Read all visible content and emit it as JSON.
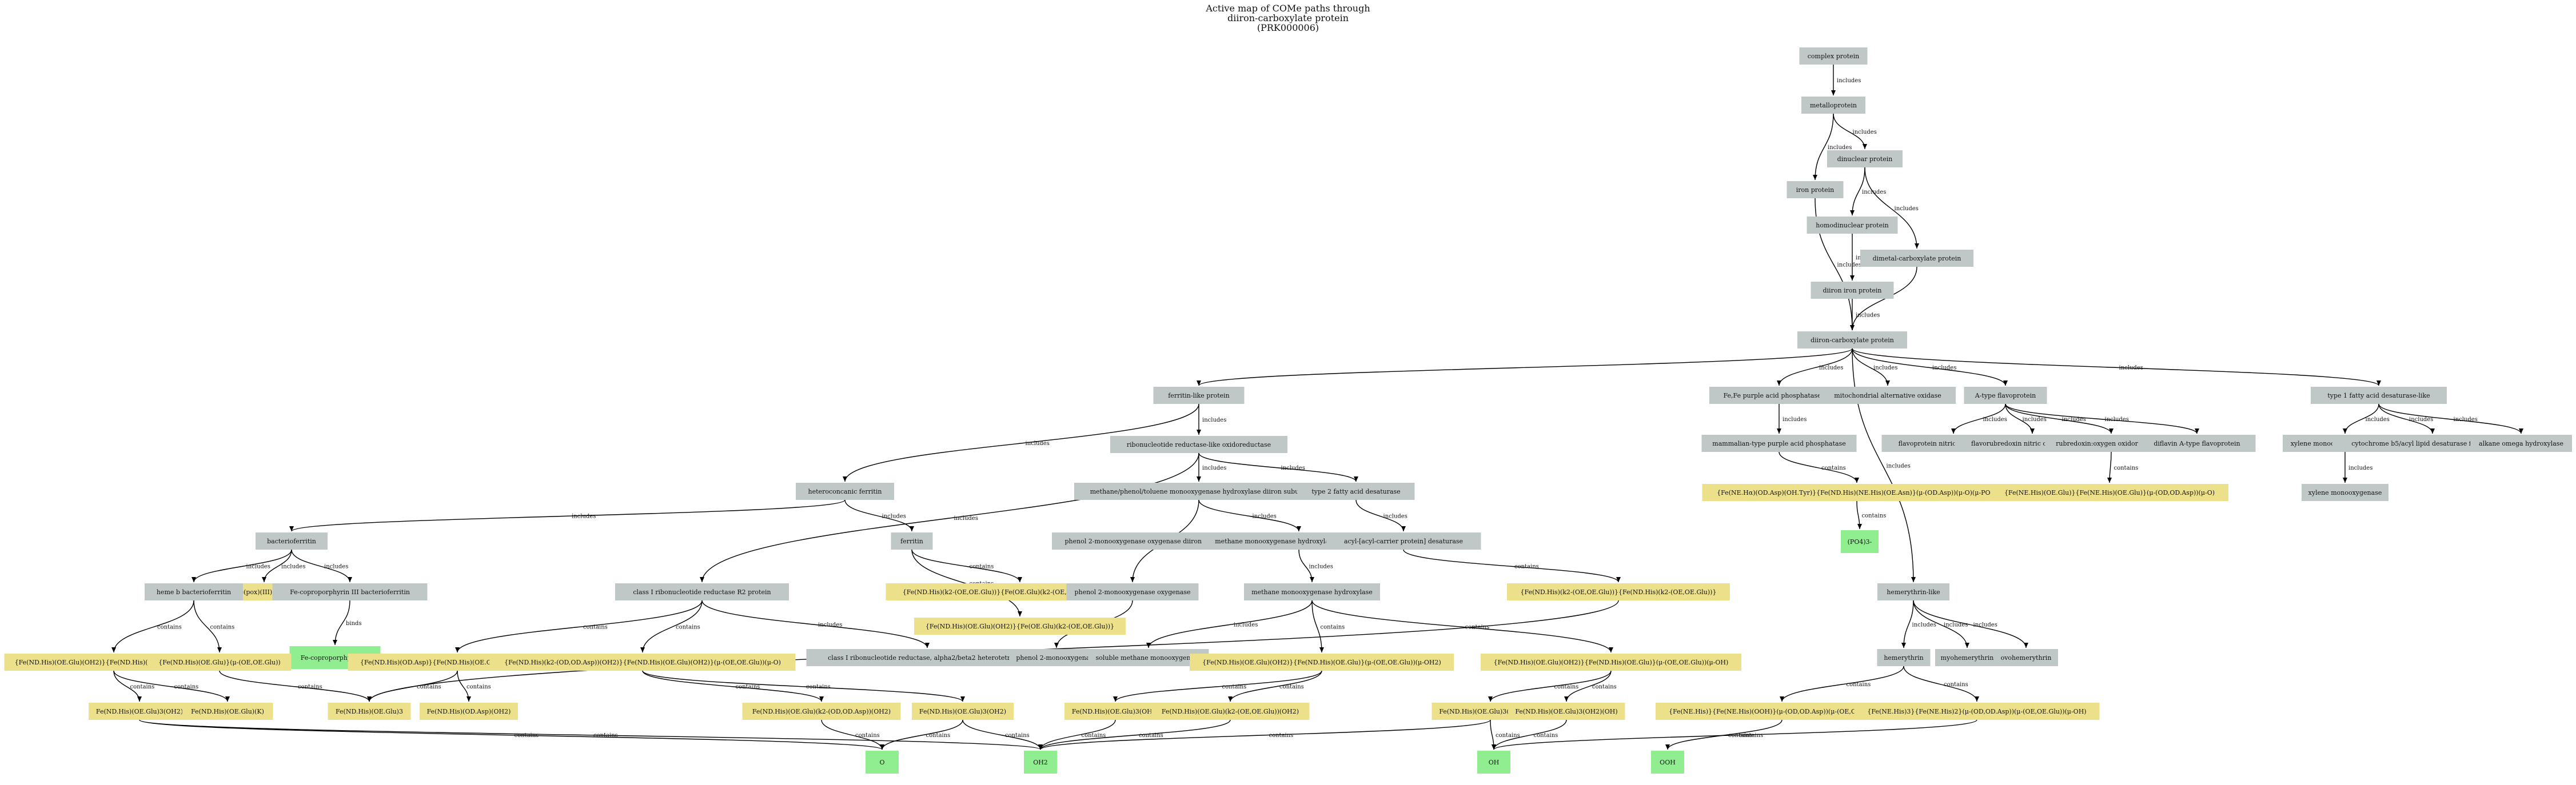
{
  "title": [
    "Active map of COMe paths through",
    "diiron-carboxylate protein",
    "(PRK000006)"
  ],
  "colors": {
    "protein": "#bfc8c6",
    "ligand": "#ede08a",
    "terminal": "#90ee90"
  },
  "nodes": [
    {
      "id": "complex_protein",
      "label": "complex protein",
      "kind": "protein"
    },
    {
      "id": "metalloprotein",
      "label": "metalloprotein",
      "kind": "protein"
    },
    {
      "id": "diiron_center",
      "label": "dinuclear protein",
      "kind": "protein"
    },
    {
      "id": "iron_protein",
      "label": "iron protein",
      "kind": "protein"
    },
    {
      "id": "homodinuclear",
      "label": "homodinuclear protein",
      "kind": "protein"
    },
    {
      "id": "dimetal_carboxylate",
      "label": "dimetal-carboxylate protein",
      "kind": "protein"
    },
    {
      "id": "diiron_iron",
      "label": "diiron iron protein",
      "kind": "protein"
    },
    {
      "id": "diiron_carboxylate",
      "label": "diiron-carboxylate protein",
      "kind": "protein"
    },
    {
      "id": "ferritin_like",
      "label": "ferritin-like protein",
      "kind": "protein"
    },
    {
      "id": "ribonucleotide_like",
      "label": "ribonucleotide reductase-like oxidoreductase",
      "kind": "protein"
    },
    {
      "id": "feFe_purple",
      "label": "Fe,Fe purple acid phosphatase-like",
      "kind": "protein"
    },
    {
      "id": "mito_alt_oxidase",
      "label": "mitochondrial alternative oxidase",
      "kind": "protein"
    },
    {
      "id": "a_type_flavo",
      "label": "A-type flavoprotein",
      "kind": "protein"
    },
    {
      "id": "type1_fa_desat",
      "label": "type 1 fatty acid desaturase-like",
      "kind": "protein"
    },
    {
      "id": "bacterioferritin_parent",
      "label": "heteroconcanic ferritin",
      "kind": "protein"
    },
    {
      "id": "ferritin",
      "label": "ferritin",
      "kind": "protein"
    },
    {
      "id": "methane_phenol_dh",
      "label": "methane/phenol/toluene monooxygenase hydroxylase diiron subunit",
      "kind": "protein"
    },
    {
      "id": "type2_fa_desat",
      "label": "type 2 fatty acid desaturase",
      "kind": "protein"
    },
    {
      "id": "mammalian_pap",
      "label": "mammalian-type purple acid phosphatase",
      "kind": "protein"
    },
    {
      "id": "fp_nitric1",
      "label": "flavoprotein nitric oxide reductase",
      "kind": "protein"
    },
    {
      "id": "fp_nitric2",
      "label": "flavorubredoxin nitric oxide reductase",
      "kind": "protein"
    },
    {
      "id": "rubredoxin_oxyg",
      "label": "rubredoxin:oxygen oxidoreductase",
      "kind": "protein"
    },
    {
      "id": "diflavin",
      "label": "diflavin A-type flavoprotein",
      "kind": "protein"
    },
    {
      "id": "xylene_mo",
      "label": "xylene monooxygenase oxygenase",
      "kind": "protein"
    },
    {
      "id": "cyt_b5",
      "label": "cytochrome b5/acyl lipid desaturase fusion protein",
      "kind": "protein"
    },
    {
      "id": "alkane_hydrox",
      "label": "alkane omega hydroxylase",
      "kind": "protein"
    },
    {
      "id": "bacterioferritin",
      "label": "bacterioferritin",
      "kind": "protein"
    },
    {
      "id": "phenol2_sub",
      "label": "phenol 2-monooxygenase oxygenase diiron subunit",
      "kind": "protein"
    },
    {
      "id": "methane_mo_sub",
      "label": "methane monooxygenase hydroxylase diiron subunit",
      "kind": "protein"
    },
    {
      "id": "acyl_acp",
      "label": "acyl-[acyl-carrier protein] desaturase",
      "kind": "protein"
    },
    {
      "id": "lig_pap",
      "label": "{Fe(NE.Hα)(OD.Asp)(OH.Tyr)}{Fe(ND.His)(NE.His)(OE.Asn)}(μ-(OD.Asp))(μ-O)(μ-PO4)",
      "kind": "ligand"
    },
    {
      "id": "lig_ftype",
      "label": "{Fe(NE.His)(OE.Glu)}{Fe(NE.His)(OE.Glu)}(μ-(OD,OD.Asp))(μ-O)",
      "kind": "ligand"
    },
    {
      "id": "xylene_mono",
      "label": "xylene monooxygenase",
      "kind": "protein"
    },
    {
      "id": "po4",
      "label": "(PO4)3-",
      "kind": "terminal"
    },
    {
      "id": "bacterioferritin_s",
      "label": "bacterioferritin",
      "kind": "protein"
    },
    {
      "id": "ferpox",
      "label": "Fe(pox)(III)(Hal2)",
      "kind": "ligand"
    },
    {
      "id": "fe_copro",
      "label": "Fe-coproporphyrin III bacterioferritin",
      "kind": "protein"
    },
    {
      "id": "lig_ferritin",
      "label": "{Fe(ND.His)(k2-(OE,OE.Glu))}{Fe(OE.Glu)(k2-(OE,OE.Glu))}(μ-(OE.Glu))",
      "kind": "ligand"
    },
    {
      "id": "phenol2_mo",
      "label": "phenol 2-monooxygenase oxygenase",
      "kind": "protein"
    },
    {
      "id": "methane_mo_hyd",
      "label": "methane monooxygenase hydroxylase",
      "kind": "protein"
    },
    {
      "id": "lig_acyl",
      "label": "{Fe(ND.His)(k2-(OE,OE.Glu))}{Fe(ND.His)(k2-(OE,OE.Glu))}",
      "kind": "ligand"
    },
    {
      "id": "hemerythrin_like",
      "label": "hemerythrin-like",
      "kind": "protein"
    },
    {
      "id": "heme_b_bfr",
      "label": "heme b bacterioferritin",
      "kind": "protein"
    },
    {
      "id": "lig_ferritin2",
      "label": "{Fe(ND.His)(OE.Glu)(OH2)}{Fe(OE.Glu)(k2-(OE,OE.Glu))}",
      "kind": "ligand"
    },
    {
      "id": "fe_copro_t",
      "label": "Fe-coproporphyrin III",
      "kind": "terminal"
    },
    {
      "id": "rnr_r2",
      "label": "class I ribonucleotide reductase R2 protein",
      "kind": "protein"
    },
    {
      "id": "rnr_alpha",
      "label": "class I ribonucleotide reductase, alpha2/beta2 heterotetramer",
      "kind": "protein"
    },
    {
      "id": "phenol_mo",
      "label": "phenol 2-monooxygenase",
      "kind": "protein"
    },
    {
      "id": "soluble_mmo",
      "label": "soluble methane monooxygenase",
      "kind": "protein"
    },
    {
      "id": "hemerythrin",
      "label": "hemerythrin",
      "kind": "protein"
    },
    {
      "id": "myohemerythrin",
      "label": "myohemerythrin",
      "kind": "protein"
    },
    {
      "id": "ovohemerythrin",
      "label": "ovohemerythrin",
      "kind": "protein"
    },
    {
      "id": "lig_bfr1",
      "label": "{Fe(ND.His)(OE.Glu)(OH2)}{Fe(ND.His)(OE.Glu)(OH2)}(μ-O)",
      "kind": "ligand"
    },
    {
      "id": "lig_bfr2",
      "label": "{Fe(ND.His)(OE.Glu)}(μ-(OE,OE.Glu))",
      "kind": "ligand"
    },
    {
      "id": "lig_r2a",
      "label": "{Fe(ND.His)(OD.Asp)}{Fe(ND.His)(OE.Glu)}(μ-(OE,OE.Glu))",
      "kind": "ligand"
    },
    {
      "id": "lig_r2b",
      "label": "{Fe(ND.His)(k2-(OD,OD.Asp))(OH2)}{Fe(ND.His)(OE.Glu)(OH2)}(μ-(OE,OE.Glu))(μ-O)",
      "kind": "ligand"
    },
    {
      "id": "lig_mmo1",
      "label": "{Fe(ND.His)(OE.Glu)(OH2)}{Fe(ND.His)(OE.Glu)}(μ-(OE,OE.Glu))(μ-OH2)",
      "kind": "ligand"
    },
    {
      "id": "lig_mmo2",
      "label": "{Fe(ND.His)(OE.Glu)(OH2)}{Fe(ND.His)(OE.Glu)}(μ-(OE,OE.Glu))(μ-OH)",
      "kind": "ligand"
    },
    {
      "id": "lig_hr1",
      "label": "{Fe(NE.His)}{Fe(NE.His)(OOH)}(μ-(OD,OD.Asp))(μ-(OE,OE.Glu))(μ-O)",
      "kind": "ligand"
    },
    {
      "id": "lig_hr2",
      "label": "{Fe(NE.His)3}{Fe(NE.His)2}(μ-(OD,OD.Asp))(μ-(OE,OE.Glu))(μ-OH)",
      "kind": "ligand"
    },
    {
      "id": "fe_a",
      "label": "Fe(ND.His)(OE.Glu)3(OH2)",
      "kind": "ligand"
    },
    {
      "id": "fe_b",
      "label": "Fe(ND.His)(OE.Glu)(K)",
      "kind": "ligand"
    },
    {
      "id": "fe_c",
      "label": "Fe(ND.His)(OE.Glu)3",
      "kind": "ligand"
    },
    {
      "id": "fe_d",
      "label": "Fe(ND.His)(OD.Asp)(OH2)",
      "kind": "ligand"
    },
    {
      "id": "fe_e",
      "label": "Fe(ND.His)(OE.Glu)(k2-(OD,OD.Asp))(OH2)",
      "kind": "ligand"
    },
    {
      "id": "fe_f",
      "label": "Fe(ND.His)(OE.Glu)3(OH2)",
      "kind": "ligand"
    },
    {
      "id": "fe_g",
      "label": "Fe(ND.His)(OE.Glu)3(OH2)",
      "kind": "ligand"
    },
    {
      "id": "fe_h",
      "label": "Fe(ND.His)(OE.Glu)(k2-(OE,OE.Glu))(OH2)",
      "kind": "ligand"
    },
    {
      "id": "fe_i",
      "label": "Fe(ND.His)(OE.Glu)3(OH2)(OH)",
      "kind": "ligand"
    },
    {
      "id": "fe_j",
      "label": "Fe(ND.His)(OE.Glu)3(OH2)(OH)",
      "kind": "ligand"
    },
    {
      "id": "t_O",
      "label": "O",
      "kind": "terminal"
    },
    {
      "id": "t_OH2",
      "label": "OH2",
      "kind": "terminal"
    },
    {
      "id": "t_OH",
      "label": "OH",
      "kind": "terminal"
    },
    {
      "id": "t_OOH",
      "label": "OOH",
      "kind": "terminal"
    }
  ],
  "edges": [
    {
      "from": "complex_protein",
      "to": "metalloprotein",
      "label": "includes"
    },
    {
      "from": "metalloprotein",
      "to": "iron_protein",
      "label": "includes"
    },
    {
      "from": "metalloprotein",
      "to": "diiron_center",
      "label": "includes"
    },
    {
      "from": "diiron_center",
      "to": "homodinuclear",
      "label": "includes"
    },
    {
      "from": "diiron_center",
      "to": "dimetal_carboxylate",
      "label": "includes"
    },
    {
      "from": "homodinuclear",
      "to": "diiron_iron",
      "label": "includes"
    },
    {
      "from": "iron_protein",
      "to": "diiron_carboxylate",
      "label": "includes"
    },
    {
      "from": "diiron_iron",
      "to": "diiron_carboxylate",
      "label": "includes"
    },
    {
      "from": "dimetal_carboxylate",
      "to": "diiron_carboxylate",
      "label": ""
    },
    {
      "from": "diiron_carboxylate",
      "to": "ferritin_like",
      "label": ""
    },
    {
      "from": "diiron_carboxylate",
      "to": "feFe_purple",
      "label": "includes"
    },
    {
      "from": "diiron_carboxylate",
      "to": "mito_alt_oxidase",
      "label": "includes"
    },
    {
      "from": "diiron_carboxylate",
      "to": "a_type_flavo",
      "label": "includes"
    },
    {
      "from": "diiron_carboxylate",
      "to": "type1_fa_desat",
      "label": "includes"
    },
    {
      "from": "diiron_carboxylate",
      "to": "hemerythrin_like",
      "label": "includes"
    },
    {
      "from": "ferritin_like",
      "to": "ribonucleotide_like",
      "label": "includes"
    },
    {
      "from": "ferritin_like",
      "to": "bacterioferritin_parent",
      "label": "includes"
    },
    {
      "from": "ribonucleotide_like",
      "to": "methane_phenol_dh",
      "label": "includes"
    },
    {
      "from": "ribonucleotide_like",
      "to": "type2_fa_desat",
      "label": "includes"
    },
    {
      "from": "ribonucleotide_like",
      "to": "rnr_r2",
      "label": "includes"
    },
    {
      "from": "feFe_purple",
      "to": "mammalian_pap",
      "label": "includes"
    },
    {
      "from": "a_type_flavo",
      "to": "fp_nitric1",
      "label": "includes"
    },
    {
      "from": "a_type_flavo",
      "to": "fp_nitric2",
      "label": "includes"
    },
    {
      "from": "a_type_flavo",
      "to": "rubredoxin_oxyg",
      "label": "includes"
    },
    {
      "from": "a_type_flavo",
      "to": "diflavin",
      "label": "includes"
    },
    {
      "from": "type1_fa_desat",
      "to": "xylene_mo",
      "label": "includes"
    },
    {
      "from": "type1_fa_desat",
      "to": "cyt_b5",
      "label": "includes"
    },
    {
      "from": "type1_fa_desat",
      "to": "alkane_hydrox",
      "label": "includes"
    },
    {
      "from": "mammalian_pap",
      "to": "lig_pap",
      "label": "contains"
    },
    {
      "from": "rubredoxin_oxyg",
      "to": "lig_ftype",
      "label": "contains"
    },
    {
      "from": "xylene_mo",
      "to": "xylene_mono",
      "label": "includes"
    },
    {
      "from": "lig_pap",
      "to": "po4",
      "label": "contains"
    },
    {
      "from": "bacterioferritin_parent",
      "to": "bacterioferritin_s",
      "label": "includes"
    },
    {
      "from": "bacterioferritin_parent",
      "to": "ferritin",
      "label": "includes"
    },
    {
      "from": "bacterioferritin_s",
      "to": "heme_b_bfr",
      "label": "includes"
    },
    {
      "from": "bacterioferritin_s",
      "to": "ferpox",
      "label": "includes"
    },
    {
      "from": "bacterioferritin_s",
      "to": "fe_copro",
      "label": "includes"
    },
    {
      "from": "ferritin",
      "to": "lig_ferritin",
      "label": "contains"
    },
    {
      "from": "ferritin",
      "to": "lig_ferritin2",
      "label": "contains"
    },
    {
      "from": "methane_phenol_dh",
      "to": "phenol2_mo",
      "label": "includes"
    },
    {
      "from": "methane_phenol_dh",
      "to": "methane_mo_sub",
      "label": "includes"
    },
    {
      "from": "phenol2_mo",
      "to": "phenol_mo",
      "label": ""
    },
    {
      "from": "methane_mo_sub",
      "to": "methane_mo_hyd",
      "label": "includes"
    },
    {
      "from": "type2_fa_desat",
      "to": "acyl_acp",
      "label": "includes"
    },
    {
      "from": "acyl_acp",
      "to": "lig_acyl",
      "label": "contains"
    },
    {
      "from": "fe_copro",
      "to": "fe_copro_t",
      "label": "binds"
    },
    {
      "from": "rnr_r2",
      "to": "lig_r2a",
      "label": "contains"
    },
    {
      "from": "rnr_r2",
      "to": "lig_r2b",
      "label": "contains"
    },
    {
      "from": "rnr_r2",
      "to": "rnr_alpha",
      "label": "includes"
    },
    {
      "from": "methane_mo_hyd",
      "to": "soluble_mmo",
      "label": "includes"
    },
    {
      "from": "methane_mo_hyd",
      "to": "lig_mmo1",
      "label": "contains"
    },
    {
      "from": "methane_mo_hyd",
      "to": "lig_mmo2",
      "label": "contains"
    },
    {
      "from": "hemerythrin_like",
      "to": "hemerythrin",
      "label": "includes"
    },
    {
      "from": "hemerythrin_like",
      "to": "myohemerythrin",
      "label": "includes"
    },
    {
      "from": "hemerythrin_like",
      "to": "ovohemerythrin",
      "label": "includes"
    },
    {
      "from": "hemerythrin",
      "to": "lig_hr1",
      "label": "contains"
    },
    {
      "from": "hemerythrin",
      "to": "lig_hr2",
      "label": "contains"
    },
    {
      "from": "heme_b_bfr",
      "to": "lig_bfr1",
      "label": "contains"
    },
    {
      "from": "heme_b_bfr",
      "to": "lig_bfr2",
      "label": "contains"
    },
    {
      "from": "lig_bfr1",
      "to": "fe_a",
      "label": "contains"
    },
    {
      "from": "lig_bfr1",
      "to": "fe_b",
      "label": "contains"
    },
    {
      "from": "lig_bfr2",
      "to": "fe_c",
      "label": "contains"
    },
    {
      "from": "lig_r2a",
      "to": "fe_c",
      "label": "contains"
    },
    {
      "from": "lig_r2a",
      "to": "fe_d",
      "label": "contains"
    },
    {
      "from": "lig_r2b",
      "to": "fe_e",
      "label": "contains"
    },
    {
      "from": "lig_r2b",
      "to": "fe_f",
      "label": "contains"
    },
    {
      "from": "lig_mmo1",
      "to": "fe_g",
      "label": "contains"
    },
    {
      "from": "lig_mmo1",
      "to": "fe_h",
      "label": "contains"
    },
    {
      "from": "lig_mmo2",
      "to": "fe_i",
      "label": "contains"
    },
    {
      "from": "lig_mmo2",
      "to": "fe_j",
      "label": "contains"
    },
    {
      "from": "lig_acyl",
      "to": "fe_c",
      "label": "contains"
    },
    {
      "from": "fe_a",
      "to": "t_O",
      "label": "contains"
    },
    {
      "from": "fe_e",
      "to": "t_O",
      "label": "contains"
    },
    {
      "from": "fe_f",
      "to": "t_O",
      "label": "contains"
    },
    {
      "from": "fe_a",
      "to": "t_OH2",
      "label": "contains"
    },
    {
      "from": "fe_f",
      "to": "t_OH2",
      "label": "contains"
    },
    {
      "from": "fe_g",
      "to": "t_OH2",
      "label": "contains"
    },
    {
      "from": "fe_h",
      "to": "t_OH2",
      "label": "contains"
    },
    {
      "from": "fe_i",
      "to": "t_OH2",
      "label": "contains"
    },
    {
      "from": "fe_i",
      "to": "t_OH",
      "label": "contains"
    },
    {
      "from": "fe_j",
      "to": "t_OH",
      "label": "contains"
    },
    {
      "from": "lig_hr2",
      "to": "t_OH",
      "label": "contains"
    },
    {
      "from": "lig_hr1",
      "to": "t_OOH",
      "label": "contains"
    }
  ]
}
